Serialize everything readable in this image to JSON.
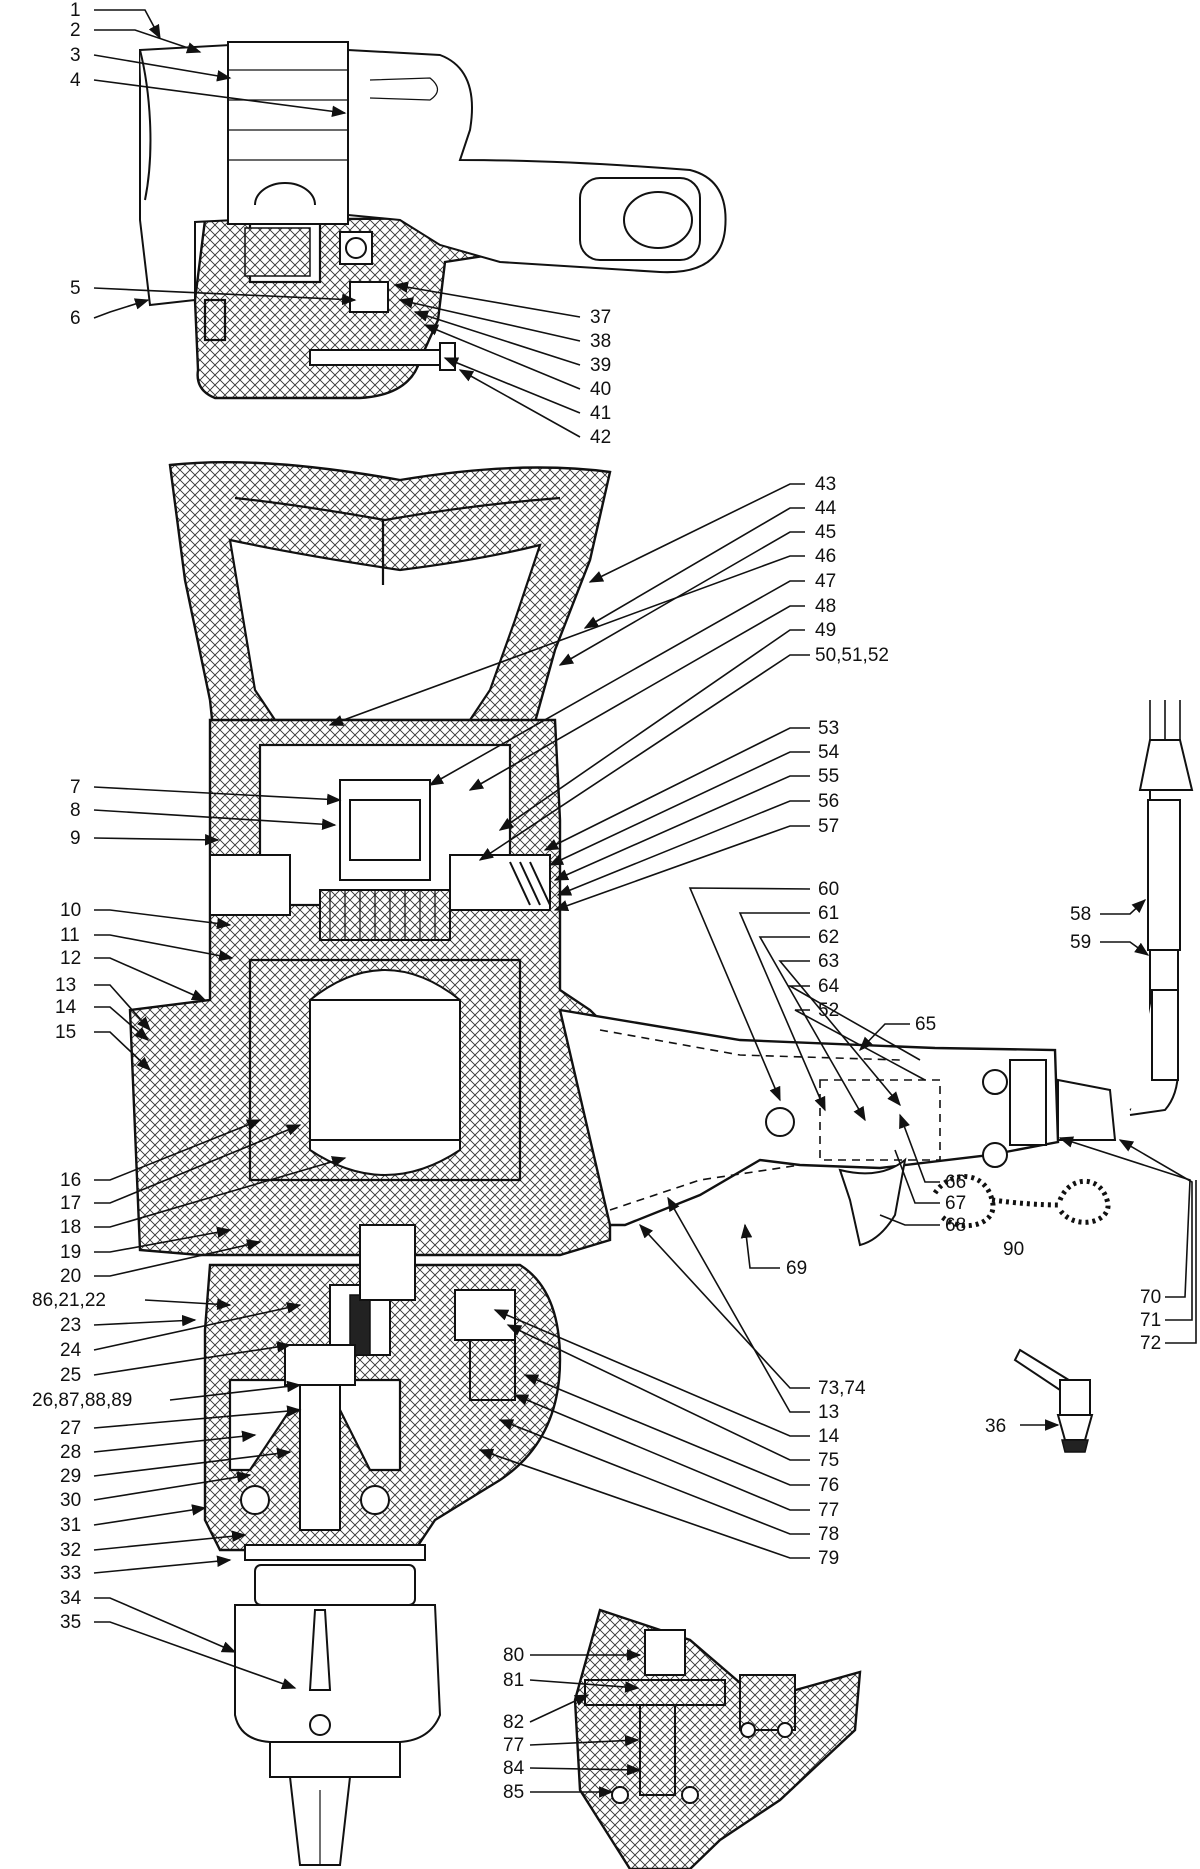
{
  "labels": {
    "l1": "1",
    "l2": "2",
    "l3": "3",
    "l4": "4",
    "l5": "5",
    "l6": "6",
    "l37": "37",
    "l38": "38",
    "l39": "39",
    "l40": "40",
    "l41": "41",
    "l42": "42",
    "l43": "43",
    "l44": "44",
    "l45": "45",
    "l46": "46",
    "l47": "47",
    "l48": "48",
    "l49": "49",
    "l50": "50,51,52",
    "l7": "7",
    "l8": "8",
    "l9": "9",
    "l10": "10",
    "l11": "11",
    "l12": "12",
    "l13a": "13",
    "l14a": "14",
    "l15": "15",
    "l53": "53",
    "l54": "54",
    "l55": "55",
    "l56": "56",
    "l57": "57",
    "l58": "58",
    "l59": "59",
    "l60": "60",
    "l61": "61",
    "l62": "62",
    "l63": "63",
    "l64": "64",
    "l52": "52",
    "l65": "65",
    "l16": "16",
    "l17": "17",
    "l18": "18",
    "l19": "19",
    "l20": "20",
    "l86": "86,21,22",
    "l23": "23",
    "l24": "24",
    "l25": "25",
    "l26": "26,87,88,89",
    "l27": "27",
    "l28": "28",
    "l29": "29",
    "l30": "30",
    "l31": "31",
    "l32": "32",
    "l33": "33",
    "l34": "34",
    "l35": "35",
    "l66": "66",
    "l67": "67",
    "l68": "68",
    "l69": "69",
    "l70": "70",
    "l71": "71",
    "l72": "72",
    "l73": "73,74",
    "l13b": "13",
    "l14b": "14",
    "l75": "75",
    "l76": "76",
    "l77a": "77",
    "l78": "78",
    "l79": "79",
    "l90": "90",
    "l36": "36",
    "l80": "80",
    "l81": "81",
    "l82": "82",
    "l77b": "77",
    "l84": "84",
    "l85": "85"
  }
}
